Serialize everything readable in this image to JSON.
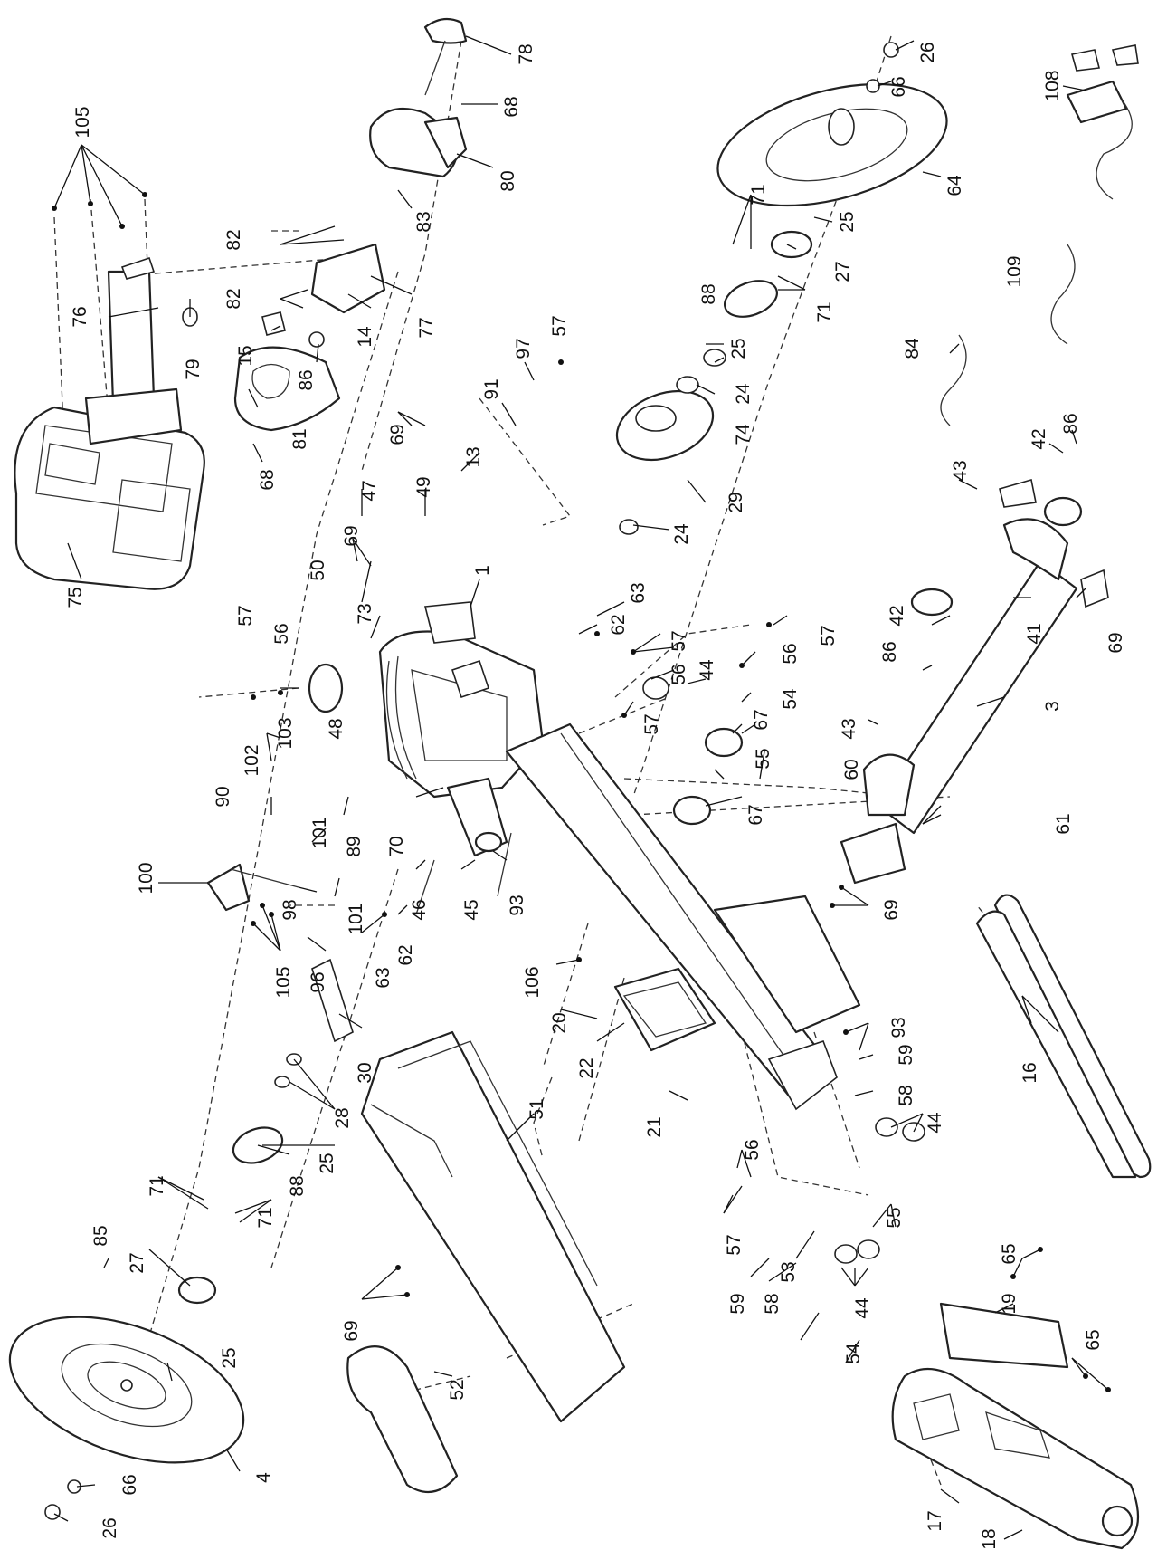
{
  "diagram": {
    "callouts": [
      {
        "id": "c26a",
        "text": "26"
      },
      {
        "id": "c66a",
        "text": "66"
      },
      {
        "id": "c78",
        "text": "78"
      },
      {
        "id": "c68a",
        "text": "68"
      },
      {
        "id": "c108",
        "text": "108"
      },
      {
        "id": "c64",
        "text": "64"
      },
      {
        "id": "c80",
        "text": "80"
      },
      {
        "id": "c105a",
        "text": "105"
      },
      {
        "id": "c83",
        "text": "83"
      },
      {
        "id": "c71a",
        "text": "71"
      },
      {
        "id": "c25a",
        "text": "25"
      },
      {
        "id": "c82a",
        "text": "82"
      },
      {
        "id": "c27a",
        "text": "27"
      },
      {
        "id": "c109",
        "text": "109"
      },
      {
        "id": "c76",
        "text": "76"
      },
      {
        "id": "c82b",
        "text": "82"
      },
      {
        "id": "c88a",
        "text": "88"
      },
      {
        "id": "c71b",
        "text": "71"
      },
      {
        "id": "c57a",
        "text": "57"
      },
      {
        "id": "c15",
        "text": "15"
      },
      {
        "id": "c14",
        "text": "14"
      },
      {
        "id": "c77",
        "text": "77"
      },
      {
        "id": "c79",
        "text": "79"
      },
      {
        "id": "c86a",
        "text": "86"
      },
      {
        "id": "c97",
        "text": "97"
      },
      {
        "id": "c91",
        "text": "91"
      },
      {
        "id": "c25b",
        "text": "25"
      },
      {
        "id": "c84",
        "text": "84"
      },
      {
        "id": "c24a",
        "text": "24"
      },
      {
        "id": "c74",
        "text": "74"
      },
      {
        "id": "c81",
        "text": "81"
      },
      {
        "id": "c13",
        "text": "13"
      },
      {
        "id": "c68b",
        "text": "68"
      },
      {
        "id": "c69a",
        "text": "69"
      },
      {
        "id": "c47",
        "text": "47"
      },
      {
        "id": "c49",
        "text": "49"
      },
      {
        "id": "c29",
        "text": "29"
      },
      {
        "id": "c43a",
        "text": "43"
      },
      {
        "id": "c42a",
        "text": "42"
      },
      {
        "id": "c86b",
        "text": "86"
      },
      {
        "id": "c75",
        "text": "75"
      },
      {
        "id": "c69b",
        "text": "69"
      },
      {
        "id": "c50",
        "text": "50"
      },
      {
        "id": "c1",
        "text": "1"
      },
      {
        "id": "c24b",
        "text": "24"
      },
      {
        "id": "c63a",
        "text": "63"
      },
      {
        "id": "c73",
        "text": "73"
      },
      {
        "id": "c62a",
        "text": "62"
      },
      {
        "id": "c57b",
        "text": "57"
      },
      {
        "id": "c42b",
        "text": "42"
      },
      {
        "id": "c57c",
        "text": "57"
      },
      {
        "id": "c56a",
        "text": "56"
      },
      {
        "id": "c57d",
        "text": "57"
      },
      {
        "id": "c56b",
        "text": "56"
      },
      {
        "id": "c44a",
        "text": "44"
      },
      {
        "id": "c86c",
        "text": "86"
      },
      {
        "id": "c41",
        "text": "41"
      },
      {
        "id": "c69c",
        "text": "69"
      },
      {
        "id": "c48",
        "text": "48"
      },
      {
        "id": "c54a",
        "text": "54"
      },
      {
        "id": "c56c",
        "text": "56"
      },
      {
        "id": "c67a",
        "text": "67"
      },
      {
        "id": "c43b",
        "text": "43"
      },
      {
        "id": "c3",
        "text": "3"
      },
      {
        "id": "c57e",
        "text": "57"
      },
      {
        "id": "c55a",
        "text": "55"
      },
      {
        "id": "c103",
        "text": "103"
      },
      {
        "id": "c102",
        "text": "102"
      },
      {
        "id": "c60",
        "text": "60"
      },
      {
        "id": "c67b",
        "text": "67"
      },
      {
        "id": "c90",
        "text": "90"
      },
      {
        "id": "c61",
        "text": "61"
      },
      {
        "id": "c101a",
        "text": "101"
      },
      {
        "id": "c89",
        "text": "89"
      },
      {
        "id": "c70",
        "text": "70"
      },
      {
        "id": "c100",
        "text": "100"
      },
      {
        "id": "c98",
        "text": "98"
      },
      {
        "id": "c101b",
        "text": "101"
      },
      {
        "id": "c46",
        "text": "46"
      },
      {
        "id": "c45",
        "text": "45"
      },
      {
        "id": "c93a",
        "text": "93"
      },
      {
        "id": "c69d",
        "text": "69"
      },
      {
        "id": "c62b",
        "text": "62"
      },
      {
        "id": "c63b",
        "text": "63"
      },
      {
        "id": "c105b",
        "text": "105"
      },
      {
        "id": "c96",
        "text": "96"
      },
      {
        "id": "c106",
        "text": "106"
      },
      {
        "id": "c20",
        "text": "20"
      },
      {
        "id": "c93b",
        "text": "93"
      },
      {
        "id": "c16",
        "text": "16"
      },
      {
        "id": "c30",
        "text": "30"
      },
      {
        "id": "c22",
        "text": "22"
      },
      {
        "id": "c59a",
        "text": "59"
      },
      {
        "id": "c58a",
        "text": "58"
      },
      {
        "id": "c28",
        "text": "28"
      },
      {
        "id": "c21",
        "text": "21"
      },
      {
        "id": "c44b",
        "text": "44"
      },
      {
        "id": "c51",
        "text": "51"
      },
      {
        "id": "c25c",
        "text": "25"
      },
      {
        "id": "c56d",
        "text": "56"
      },
      {
        "id": "c71c",
        "text": "71"
      },
      {
        "id": "c88b",
        "text": "88"
      },
      {
        "id": "c85",
        "text": "85"
      },
      {
        "id": "c27b",
        "text": "27"
      },
      {
        "id": "c71d",
        "text": "71"
      },
      {
        "id": "c57f",
        "text": "57"
      },
      {
        "id": "c55b",
        "text": "55"
      },
      {
        "id": "c65a",
        "text": "65"
      },
      {
        "id": "c69e",
        "text": "69"
      },
      {
        "id": "c53",
        "text": "53"
      },
      {
        "id": "c19",
        "text": "19"
      },
      {
        "id": "c59b",
        "text": "59"
      },
      {
        "id": "c58b",
        "text": "58"
      },
      {
        "id": "c44c",
        "text": "44"
      },
      {
        "id": "c54b",
        "text": "54"
      },
      {
        "id": "c25d",
        "text": "25"
      },
      {
        "id": "c52",
        "text": "52"
      },
      {
        "id": "c65b",
        "text": "65"
      },
      {
        "id": "c4",
        "text": "4"
      },
      {
        "id": "c17",
        "text": "17"
      },
      {
        "id": "c66b",
        "text": "66"
      },
      {
        "id": "c18",
        "text": "18"
      },
      {
        "id": "c26b",
        "text": "26"
      }
    ]
  }
}
